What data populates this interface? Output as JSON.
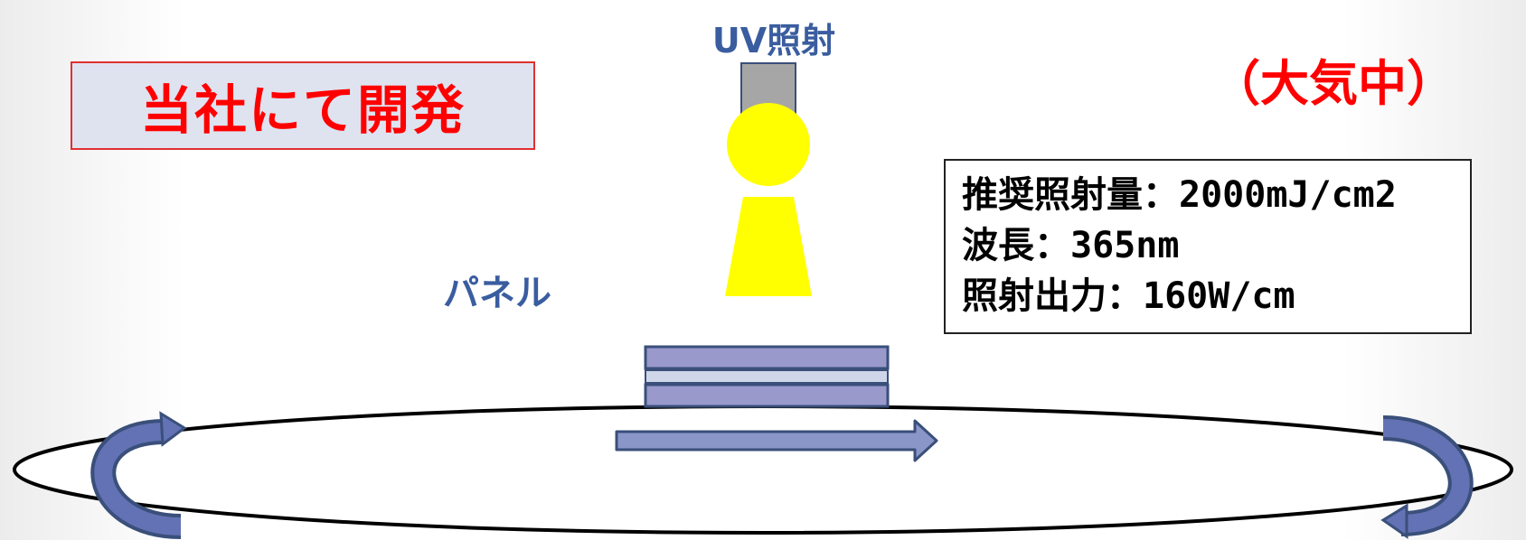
{
  "labels": {
    "developed": "当社にて開発",
    "uv": "UV照射",
    "atmosphere": "（大気中）",
    "panel": "パネル"
  },
  "specs": [
    "推奨照射量：2000mJ/cm2",
    "波長：365nm",
    "照射出力：160W/cm"
  ],
  "colors": {
    "accent_red": "#ff0000",
    "label_blue": "#3a5da0",
    "lamp_yellow": "#ffff00",
    "panel_purple": "#9999cc",
    "arrow_blue": "#5a72b0"
  }
}
